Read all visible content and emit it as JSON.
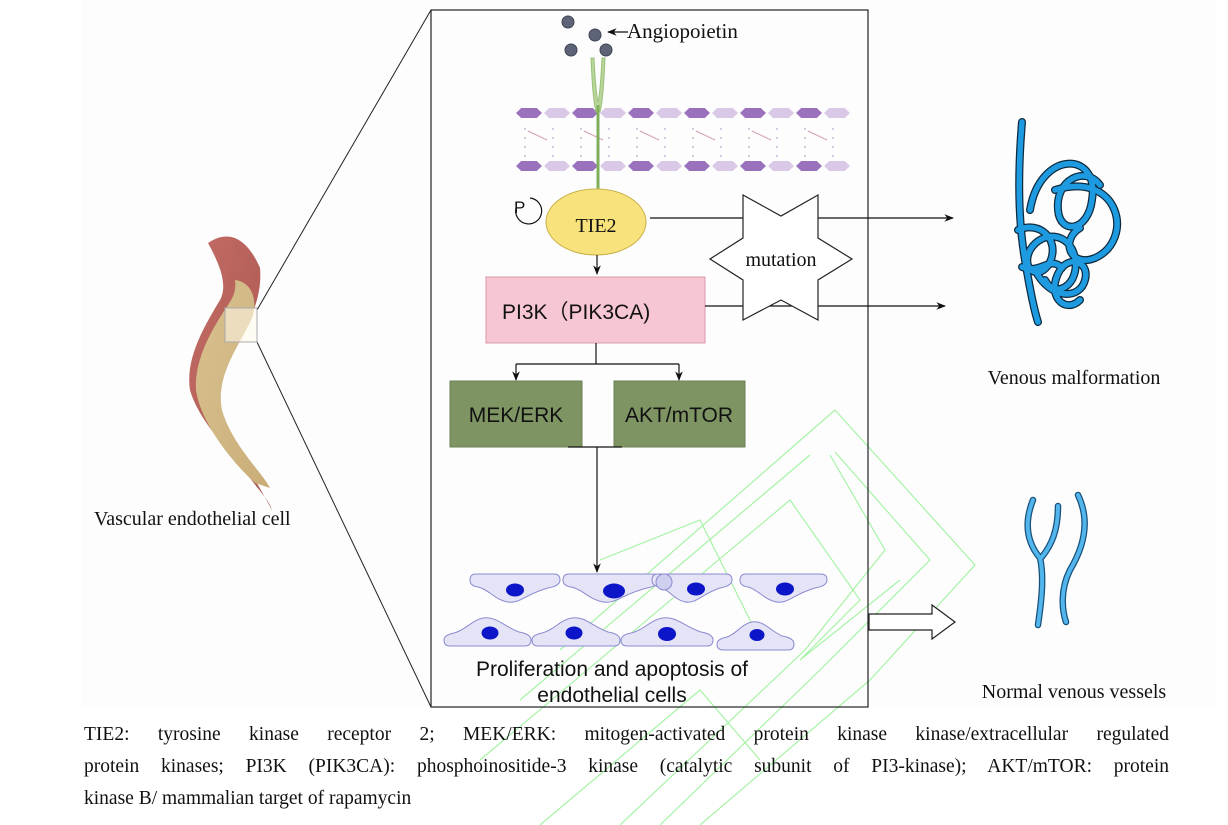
{
  "figure": {
    "ligand_label": "Angiopoietin",
    "phospho_label": "P",
    "receptor_label": "TIE2",
    "mutation_label": "mutation",
    "pi3k_label": "PI3K（PIK3CA)",
    "mek_label": "MEK/ERK",
    "akt_label": "AKT/mTOR",
    "cells_label_line1": "Proliferation and apoptosis of",
    "cells_label_line2": "endothelial cells",
    "vessel_label": "Vascular endothelial cell",
    "malformation_label": "Venous malformation",
    "normal_label": "Normal venous vessels",
    "colors": {
      "receptor_fill": "#f7e27c",
      "pi3k_fill": "#f6c6d2",
      "pathway_fill": "#7e9563",
      "vein_blue": "#1e9be0",
      "membrane_dark": "#9a71bd",
      "membrane_light": "#d9c8e6",
      "ligand": "#5d6477",
      "nucleus": "#0c15c8",
      "cell_fill": "#e4e4f6",
      "watermark": "#9df29d"
    }
  },
  "caption": {
    "lines": [
      "TIE2: tyrosine kinase receptor 2; MEK/ERK: mitogen-activated protein kinase kinase/extracellular regulated",
      "protein kinases; PI3K (PIK3CA): phosphoinositide-3 kinase (catalytic subunit of PI3-kinase); AKT/mTOR: protein",
      "kinase B/ mammalian target of rapamycin"
    ]
  }
}
